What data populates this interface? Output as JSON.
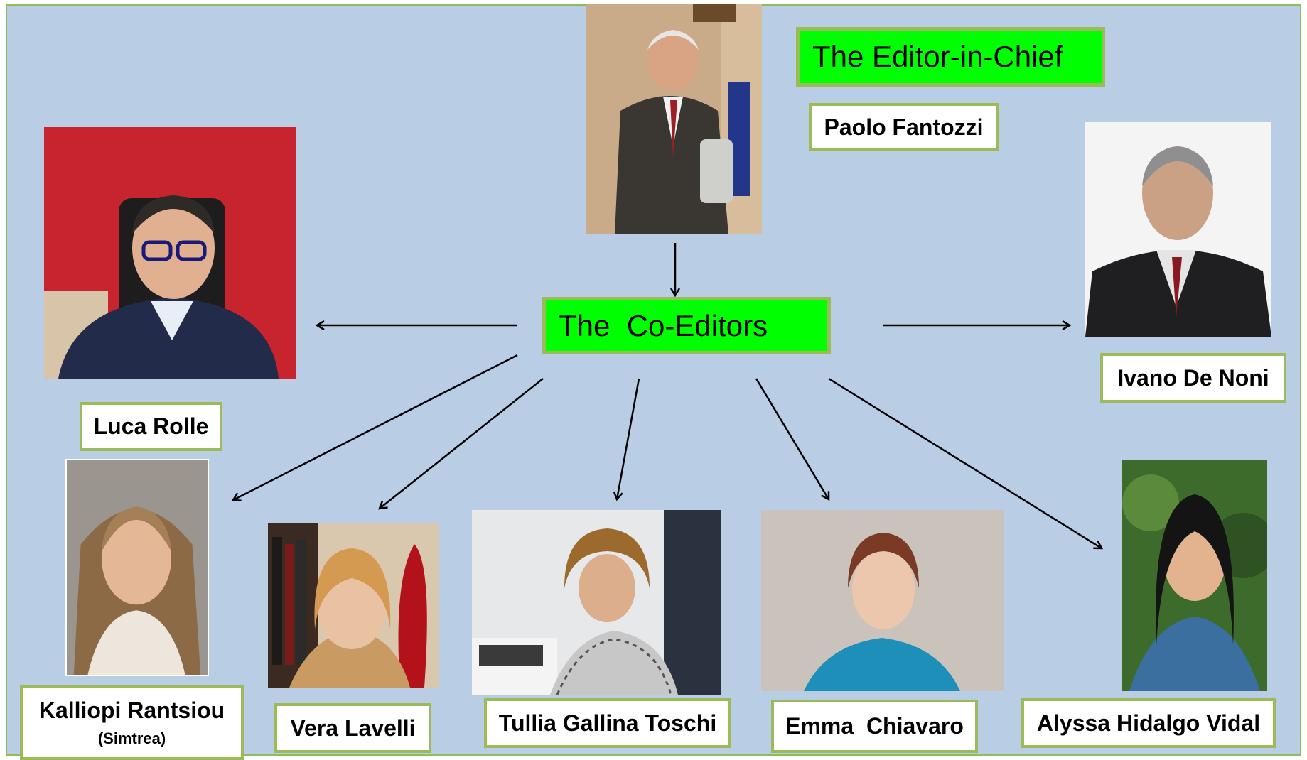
{
  "editor_in_chief": {
    "title": "The Editor-in-Chief",
    "name": "Paolo Fantozzi"
  },
  "co_editors": {
    "title": "The  Co-Editors",
    "people": [
      {
        "name": "Luca Rolle"
      },
      {
        "name": "Ivano De Noni"
      },
      {
        "name": "Kalliopi Rantsiou",
        "affiliation": "(Simtrea)"
      },
      {
        "name": "Vera Lavelli"
      },
      {
        "name": "Tullia Gallina Toschi"
      },
      {
        "name": "Emma  Chiavaro"
      },
      {
        "name": "Alyssa Hidalgo Vidal"
      }
    ]
  },
  "colors": {
    "background": "#b9cde5",
    "title_fill": "#00ff00",
    "box_border": "#9bbb59"
  }
}
